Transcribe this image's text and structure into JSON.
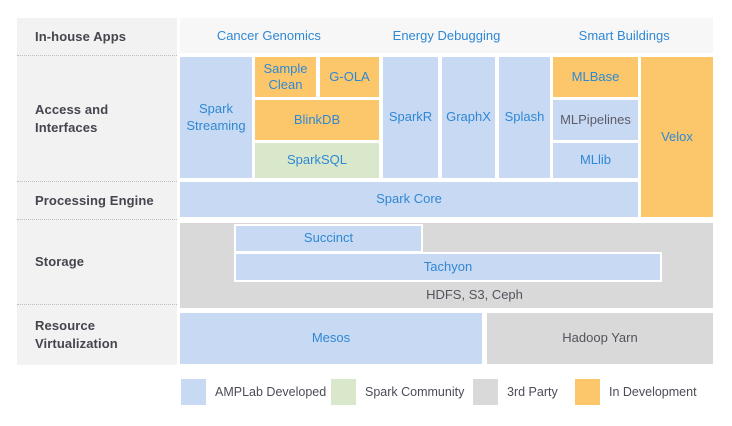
{
  "sidebar": {
    "rows": [
      {
        "label": "In-house Apps"
      },
      {
        "label": "Access and Interfaces"
      },
      {
        "label": "Processing Engine"
      },
      {
        "label": "Storage"
      },
      {
        "label": "Resource Virtualization"
      }
    ]
  },
  "apps": {
    "items": [
      {
        "label": "Cancer Genomics"
      },
      {
        "label": "Energy Debugging"
      },
      {
        "label": "Smart Buildings"
      }
    ]
  },
  "boxes": {
    "spark_streaming": "Spark Streaming",
    "sample_clean": "Sample Clean",
    "g_ola": "G-OLA",
    "blinkdb": "BlinkDB",
    "sparksql": "SparkSQL",
    "sparkr": "SparkR",
    "graphx": "GraphX",
    "splash": "Splash",
    "mlbase": "MLBase",
    "mlpipelines": "MLPipelines",
    "mllib": "MLlib",
    "velox": "Velox",
    "spark_core": "Spark Core",
    "succinct": "Succinct",
    "tachyon": "Tachyon",
    "hdfs": "HDFS, S3, Ceph",
    "mesos": "Mesos",
    "hadoop_yarn": "Hadoop Yarn"
  },
  "legend": {
    "items": [
      {
        "label": "AMPLab Developed",
        "category": "amplab",
        "color": "#c8d9f3"
      },
      {
        "label": "Spark Community",
        "category": "community",
        "color": "#d9e8ca"
      },
      {
        "label": "3rd Party",
        "category": "thirdparty",
        "color": "#d9d9d9"
      },
      {
        "label": "In Development",
        "category": "development",
        "color": "#fcc76a"
      }
    ]
  },
  "colors": {
    "amplab": "#c8d9f3",
    "community": "#d9e8ca",
    "thirdparty": "#d9d9d9",
    "development": "#fcc76a",
    "azure_text": "#2f88d4",
    "dark_text": "#4c4c58"
  }
}
